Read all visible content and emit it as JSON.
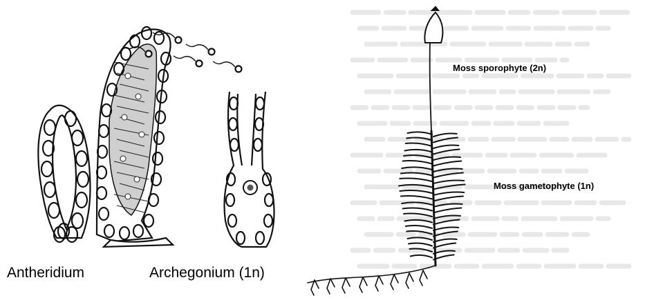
{
  "labels": {
    "antheridium": "Antheridium",
    "archegonium": "Archegonium (1n)",
    "sporophyte": "Moss sporophyte (2n)",
    "gametophyte": "Moss gametophyte (1n)"
  },
  "colors": {
    "ink": "#111111",
    "bleed_text": "#c9c9c9",
    "background": "#ffffff"
  }
}
